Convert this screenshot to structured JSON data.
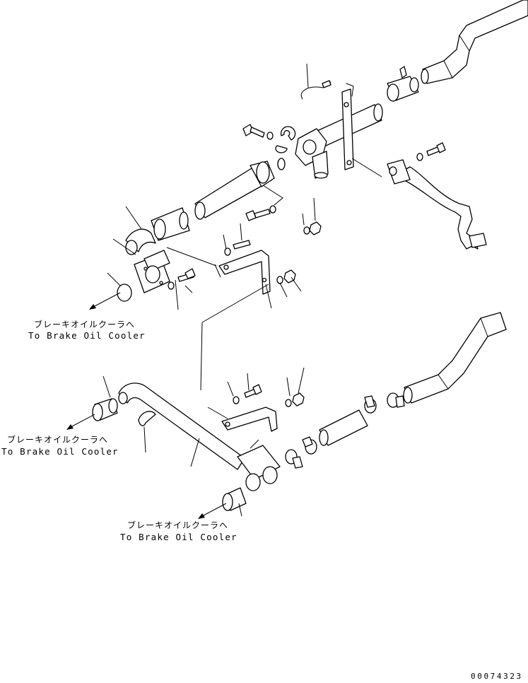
{
  "callouts": [
    {
      "jp": "ブレーキオイルクーラへ",
      "en": "To Brake Oil Cooler"
    },
    {
      "jp": "ブレーキオイルクーラへ",
      "en": "To Brake Oil Cooler"
    },
    {
      "jp": "ブレーキオイルクーラへ",
      "en": "To Brake Oil Cooler"
    }
  ],
  "drawing_number": "00074323"
}
